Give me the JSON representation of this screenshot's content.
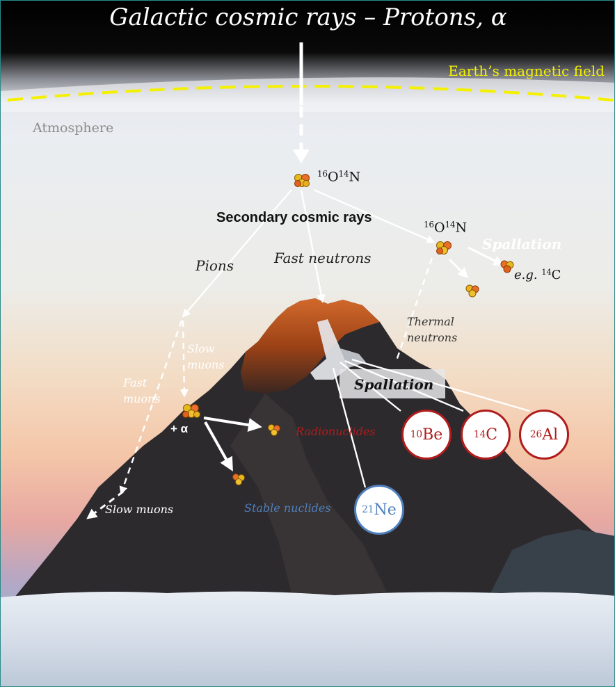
{
  "title": "Galactic cosmic rays – Protons, α",
  "magnetic_field_label": "Earth’s magnetic field",
  "atmosphere_label": "Atmosphere",
  "nucleus_top": {
    "sup1": "16",
    "el1": "O",
    "sup2": "14",
    "el2": "N"
  },
  "nucleus_right": {
    "sup1": "16",
    "el1": "O",
    "sup2": "14",
    "el2": "N"
  },
  "secondary_label": "Secondary cosmic rays",
  "pions_label": "Pions",
  "fast_neutrons_label": "Fast neutrons",
  "spallation_top_label": "Spallation",
  "eg_label": "e.g.",
  "eg_nuclide": {
    "sup": "14",
    "el": "C"
  },
  "thermal_neutrons_label": "Thermal neutrons",
  "slow_muons_label": "Slow muons",
  "fast_muons_label": "Fast muons",
  "plus_alpha_label": "+ α",
  "radionuclides_label": "Radionuclides",
  "spallation_box_label": "Spallation",
  "stable_nuclides_label": "Stable nuclides",
  "slow_muons_bottom_label": "Slow muons",
  "radionuclides": [
    {
      "sup": "10",
      "el": "Be"
    },
    {
      "sup": "14",
      "el": "C"
    },
    {
      "sup": "26",
      "el": "Al"
    }
  ],
  "stable_nuclide": {
    "sup": "21",
    "el": "Ne"
  },
  "colors": {
    "magnetic_field": "#f4f000",
    "radionuclide": "#b01c1c",
    "stable_nuclide": "#4f80bd",
    "atmosphere_text": "#8c8c8c"
  }
}
